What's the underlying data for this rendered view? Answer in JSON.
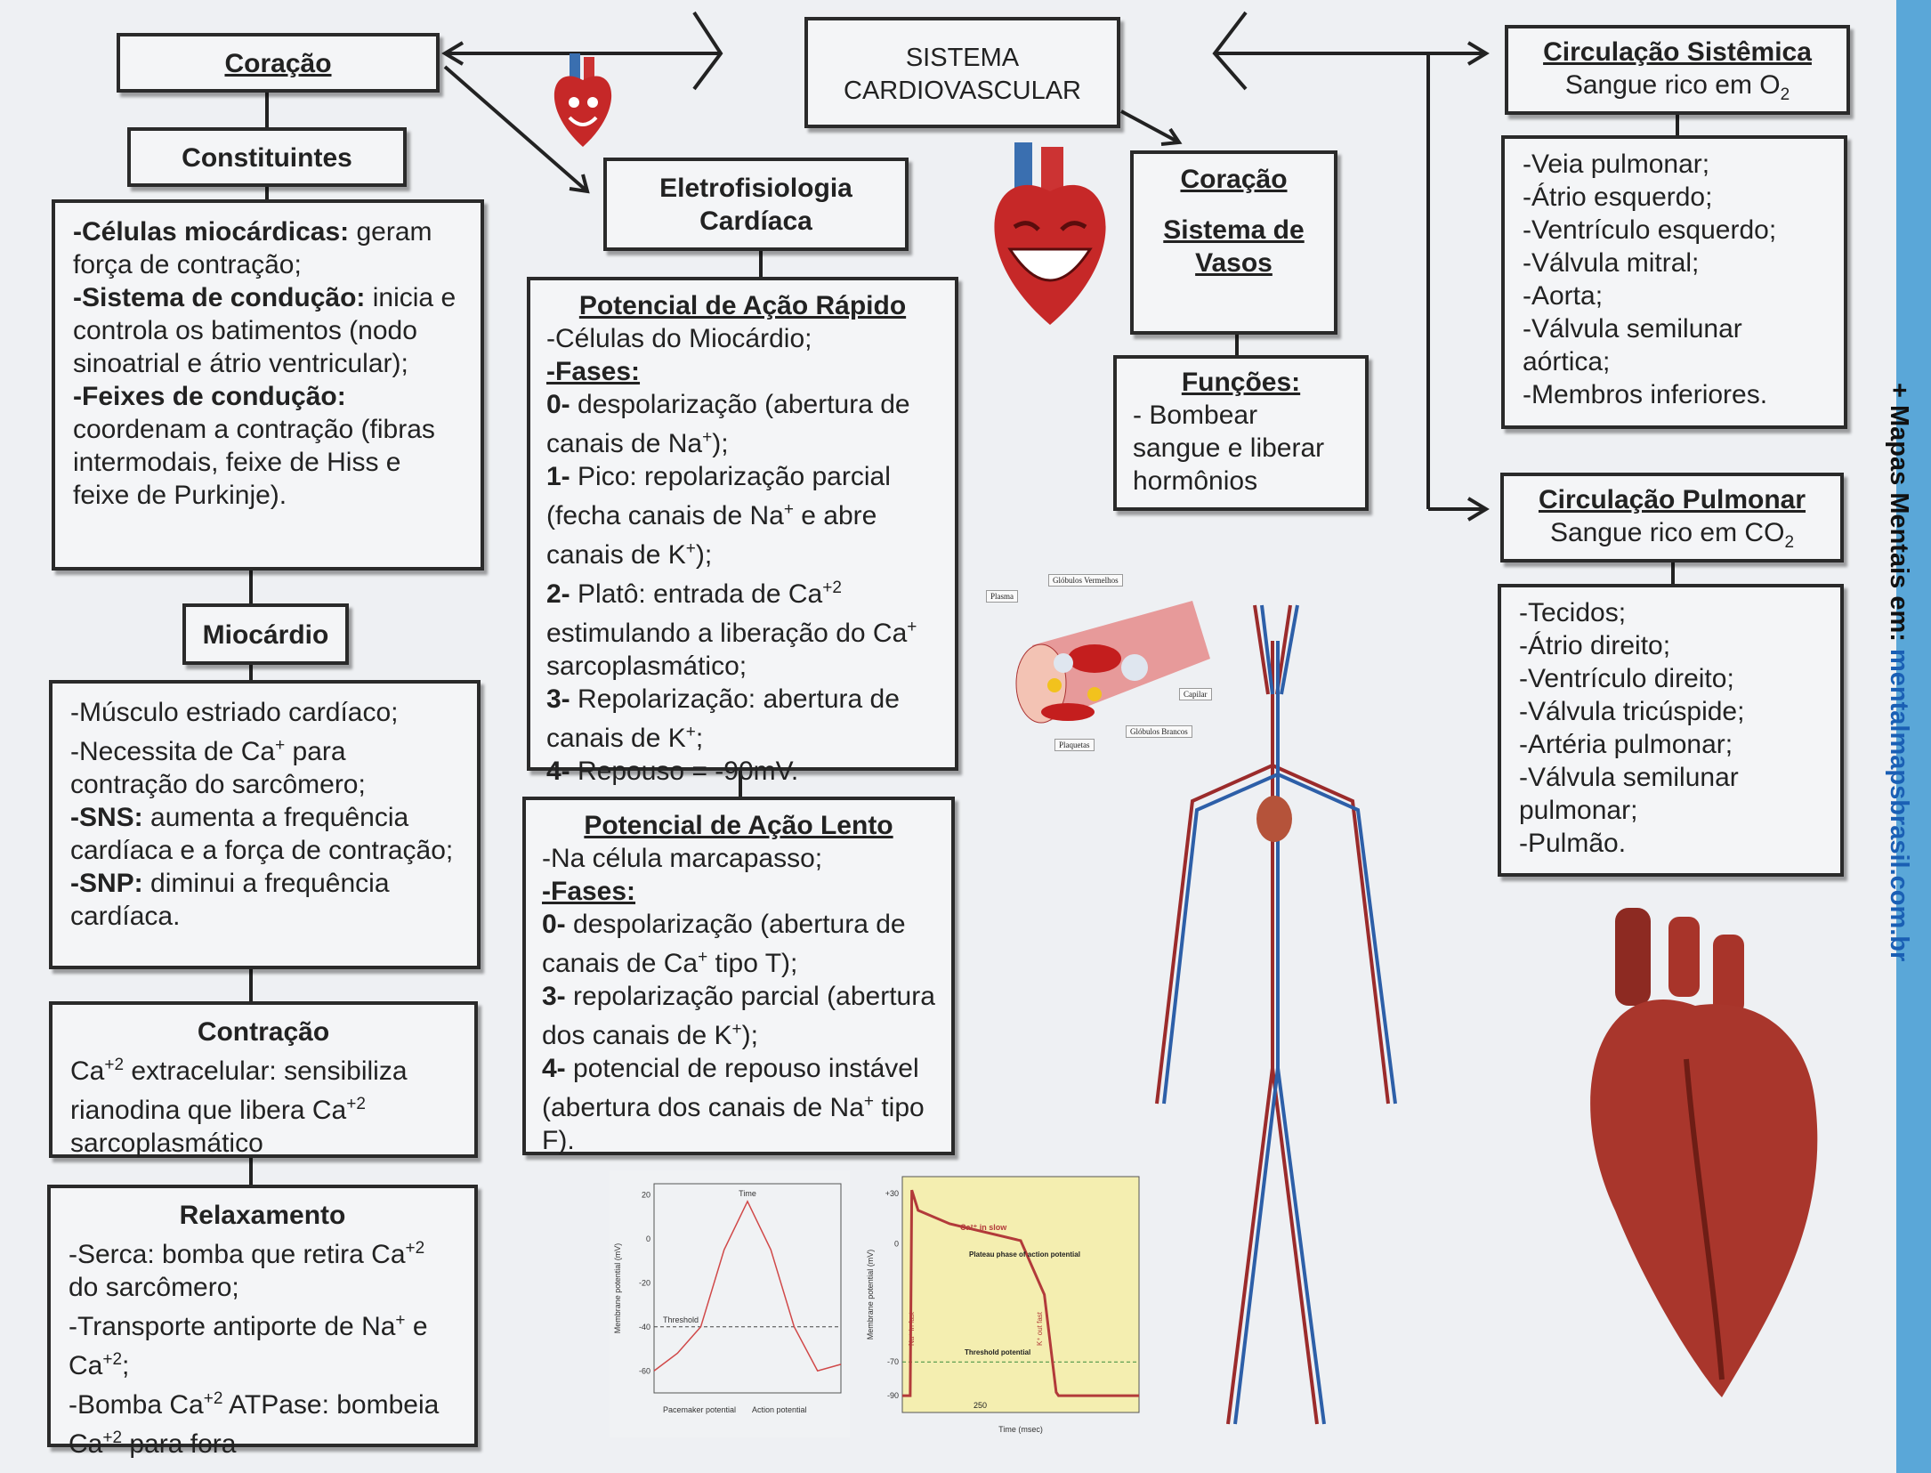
{
  "center": {
    "title_line1": "SISTEMA",
    "title_line2": "CARDIOVASCULAR"
  },
  "left": {
    "heart_title": "Coração",
    "constituents_title": "Constituintes",
    "constituents": {
      "b1": "-Células miocárdicas:",
      "t1": " geram força de contração;",
      "b2": "-Sistema de condução:",
      "t2": " inicia e controla os batimentos (nodo sinoatrial e átrio ventricular);",
      "b3": "-Feixes de condução:",
      "t3": " coordenam a contração (fibras intermodais, feixe de Hiss e feixe de Purkinje)."
    },
    "myocardium_title": "Miocárdio",
    "myocardium": {
      "t1": "-Músculo estriado cardíaco;",
      "t2a": "-Necessita de Ca",
      "t2sup": "+",
      "t2b": " para contração do sarcômero;",
      "b3": "-SNS:",
      "t3": " aumenta a frequência cardíaca e a força de contração;",
      "b4": "-SNP:",
      "t4": " diminui a frequência cardíaca."
    },
    "contraction_title": "Contração",
    "contraction": {
      "a": "Ca",
      "asup": "+2",
      "b": " extracelular: sensibiliza rianodina que libera Ca",
      "bsup": "+2",
      "c": " sarcoplasmático"
    },
    "relaxation_title": "Relaxamento",
    "relaxation": {
      "l1a": "-Serca: bomba que retira Ca",
      "l1sup": "+2",
      "l1b": " do sarcômero;",
      "l2a": "-Transporte antiporte de Na",
      "l2sup": "+",
      "l2b": " e Ca",
      "l2sup2": "+2",
      "l2c": ";",
      "l3a": "-Bomba Ca",
      "l3sup": "+2",
      "l3b": " ATPase: bombeia Ca",
      "l3sup2": "+2",
      "l3c": " para fora"
    }
  },
  "middle": {
    "electro_title": "Eletrofisiologia Cardíaca",
    "fast_title": "Potencial de Ação Rápido",
    "fast": {
      "l1": "-Células do Miocárdio;",
      "phases": "-Fases:",
      "p0b": "0-",
      "p0a": " despolarização (abertura de canais de Na",
      "p0sup": "+",
      "p0c": ");",
      "p1b": "1-",
      "p1a": " Pico: repolarização parcial (fecha canais de Na",
      "p1sup": "+",
      "p1c": " e abre canais de K",
      "p1sup2": "+",
      "p1d": ");",
      "p2b": "2-",
      "p2a": " Platô: entrada de Ca",
      "p2sup": "+2",
      "p2c": " estimulando a liberação do Ca",
      "p2sup2": "+",
      "p2d": " sarcoplasmático;",
      "p3b": "3-",
      "p3a": " Repolarização: abertura de canais de K",
      "p3sup": "+",
      "p3c": ";",
      "p4b": "4-",
      "p4a": " Repouso = -90mV."
    },
    "slow_title": "Potencial de Ação Lento",
    "slow": {
      "l1": "-Na célula marcapasso;",
      "phases": "-Fases:",
      "p0b": "0-",
      "p0a": " despolarização (abertura de canais de Ca",
      "p0sup": "+",
      "p0c": " tipo T);",
      "p3b": "3-",
      "p3a": " repolarização parcial (abertura dos canais de K",
      "p3sup": "+",
      "p3c": ");",
      "p4b": "4-",
      "p4a": " potencial de repouso instável (abertura dos canais de Na",
      "p4sup": "+",
      "p4c": " tipo F)."
    }
  },
  "vessels": {
    "heart": "Coração",
    "system": "Sistema de Vasos",
    "functions_title": "Funções:",
    "functions": "- Bombear sangue e liberar hormônios"
  },
  "blood_image_labels": [
    "Plasma",
    "Glóbulos Vermelhos",
    "Capilar",
    "Glóbulos Brancos",
    "Plaquetas"
  ],
  "right": {
    "systemic_title": "Circulação Sistêmica",
    "systemic_sub": "Sangue rico em O",
    "systemic_sub_idx": "2",
    "systemic_items": [
      "-Veia pulmonar;",
      "-Átrio esquerdo;",
      "-Ventrículo esquerdo;",
      "-Válvula mitral;",
      "-Aorta;",
      "-Válvula semilunar aórtica;",
      "-Membros inferiores."
    ],
    "pulmonary_title": "Circulação Pulmonar",
    "pulmonary_sub": "Sangue rico em CO",
    "pulmonary_sub_idx": "2",
    "pulmonary_items": [
      "-Tecidos;",
      "-Átrio direito;",
      "-Ventrículo direito;",
      "-Válvula tricúspide;",
      "-Artéria pulmonar;",
      "-Válvula semilunar pulmonar;",
      "-Pulmão."
    ]
  },
  "sidebar": {
    "prefix": "+ Mapas Mentais em: ",
    "url": "mentalmapsbrasil.com.br"
  },
  "chart_data": [
    {
      "type": "line",
      "title": "",
      "xlabel": "Time",
      "ylabel": "Membrane potential (mV)",
      "ylim": [
        -70,
        25
      ],
      "yticks": [
        "20",
        "0",
        "-20",
        "-40",
        "-60"
      ],
      "yvals": [
        20,
        0,
        -20,
        -40,
        -60
      ],
      "x": [
        0,
        1,
        2,
        3,
        4,
        5,
        6,
        7,
        8
      ],
      "y": [
        -60,
        -52,
        -40,
        -5,
        17,
        -5,
        -40,
        -60,
        -57
      ],
      "annotations": [
        "Threshold",
        "Pacemaker potential",
        "Action potential"
      ],
      "threshold": -40
    },
    {
      "type": "line",
      "title": "",
      "xlabel": "Time (msec)",
      "ylabel": "Membrane potential (mV)",
      "ylim": [
        -100,
        40
      ],
      "yticks": [
        "+30",
        "0",
        "-70",
        "-90"
      ],
      "yvals": [
        30,
        0,
        -70,
        -90
      ],
      "x": [
        0,
        10,
        12,
        20,
        60,
        150,
        180,
        195,
        198,
        300
      ],
      "y": [
        -90,
        -90,
        32,
        20,
        12,
        2,
        -30,
        -88,
        -90,
        -90
      ],
      "annotations": [
        "Ca²⁺ in slow",
        "Plateau phase of action potential",
        "Threshold potential",
        "Na⁺ in fast",
        "K⁺ out fast",
        "250"
      ],
      "threshold": -70
    }
  ]
}
